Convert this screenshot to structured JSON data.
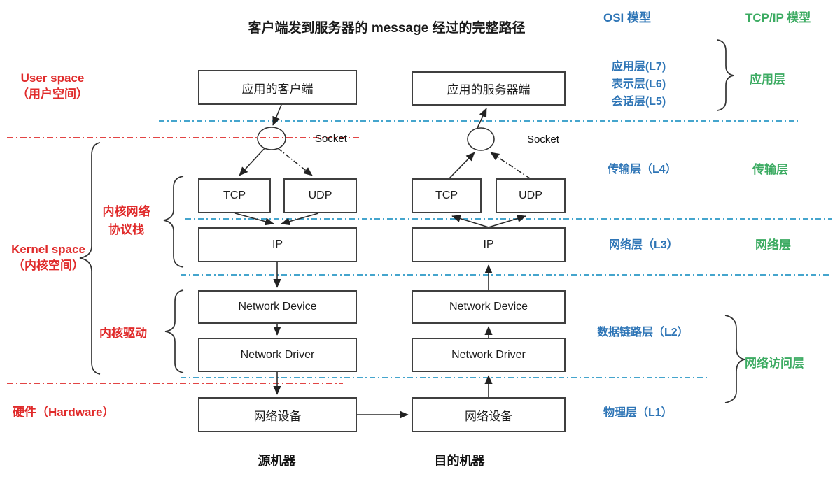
{
  "title": "客户端发到服务器的 message 经过的完整路径",
  "models": {
    "osi": "OSI 模型",
    "tcpip": "TCP/IP 模型"
  },
  "spaces": {
    "user_en": "User space",
    "user_zh": "（用户空间）",
    "kernel_en": "Kernel space",
    "kernel_zh": "（内核空间）",
    "hardware": "硬件（Hardware）"
  },
  "groups": {
    "stack_line1": "内核网络",
    "stack_line2": "协议栈",
    "driver": "内核驱动"
  },
  "source": {
    "caption": "源机器",
    "app": "应用的客户端",
    "socket": "Socket",
    "tcp": "TCP",
    "udp": "UDP",
    "ip": "IP",
    "device": "Network Device",
    "driver": "Network Driver",
    "nic": "网络设备"
  },
  "dest": {
    "caption": "目的机器",
    "app": "应用的服务器端",
    "socket": "Socket",
    "tcp": "TCP",
    "udp": "UDP",
    "ip": "IP",
    "device": "Network Device",
    "driver": "Network Driver",
    "nic": "网络设备"
  },
  "osi_layers": {
    "l7": "应用层(L7)",
    "l6": "表示层(L6)",
    "l5": "会话层(L5)",
    "l4": "传输层（L4）",
    "l3": "网络层（L3）",
    "l2": "数据链路层（L2）",
    "l1": "物理层（L1）"
  },
  "tcpip_layers": {
    "application": "应用层",
    "transport": "传输层",
    "network": "网络层",
    "access": "网络访问层"
  },
  "colors": {
    "red": "#e02b2b",
    "blue": "#2e75b6",
    "green": "#3cab62",
    "line_blue": "#45a5cd",
    "line_red": "#e24545"
  }
}
